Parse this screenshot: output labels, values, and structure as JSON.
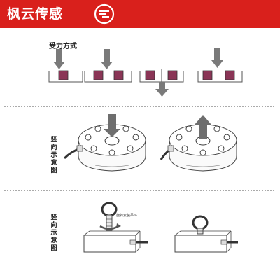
{
  "header": {
    "brand": "枫云传感",
    "logo_icon": "sf-logo",
    "brand_color": "#d9201c"
  },
  "section1": {
    "title": "受力方式"
  },
  "section2": {
    "label": "竖向示意图"
  },
  "section3": {
    "label": "竖向示意图",
    "tag": "旋转安装吊环"
  },
  "colors": {
    "square_fill": "#8a3556",
    "arrow_fill": "#6e6e6e",
    "line": "#555555",
    "divider": "#555555"
  }
}
